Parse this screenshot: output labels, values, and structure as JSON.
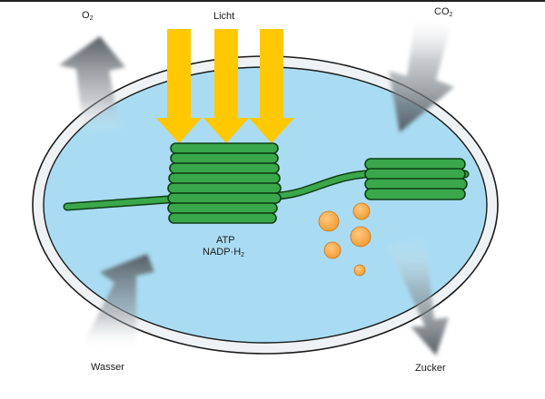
{
  "labels": {
    "light": "Licht",
    "oxygen_base": "O",
    "oxygen_sub": "2",
    "co2_base": "CO",
    "co2_sub": "2",
    "atp": "ATP",
    "nadph_base": "NADP·H",
    "nadph_sub": "2",
    "water": "Wasser",
    "sugar": "Zucker"
  },
  "colors": {
    "stroma": "#a9dcf2",
    "membrane": "#e9eef0",
    "thylakoid": "#3aa84a",
    "thylakoid_outline": "#0f3f16",
    "light": "#ffc800",
    "starch": "#f5a23c",
    "gas_arrow": "#5b6268"
  },
  "icons": {
    "light_arrows": "down-arrow-icon",
    "starch_grains": "circle-icon"
  }
}
